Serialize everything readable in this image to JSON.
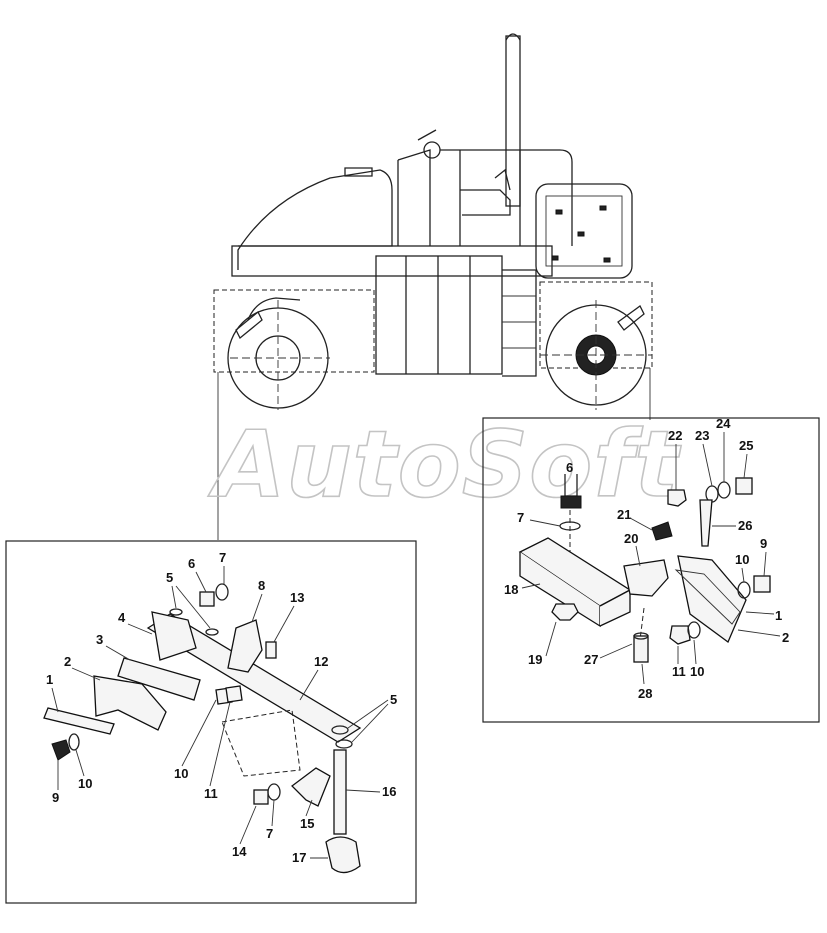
{
  "watermark": "AutoSoft",
  "right_panel": {
    "labels": [
      "6",
      "7",
      "18",
      "19",
      "21",
      "20",
      "22",
      "23",
      "24",
      "25",
      "26",
      "10",
      "9",
      "1",
      "2",
      "27",
      "28",
      "11",
      "10"
    ]
  },
  "left_panel": {
    "labels": [
      "6",
      "7",
      "5",
      "8",
      "13",
      "4",
      "3",
      "12",
      "2",
      "1",
      "5",
      "10",
      "9",
      "10",
      "11",
      "16",
      "15",
      "7",
      "14",
      "17"
    ]
  }
}
